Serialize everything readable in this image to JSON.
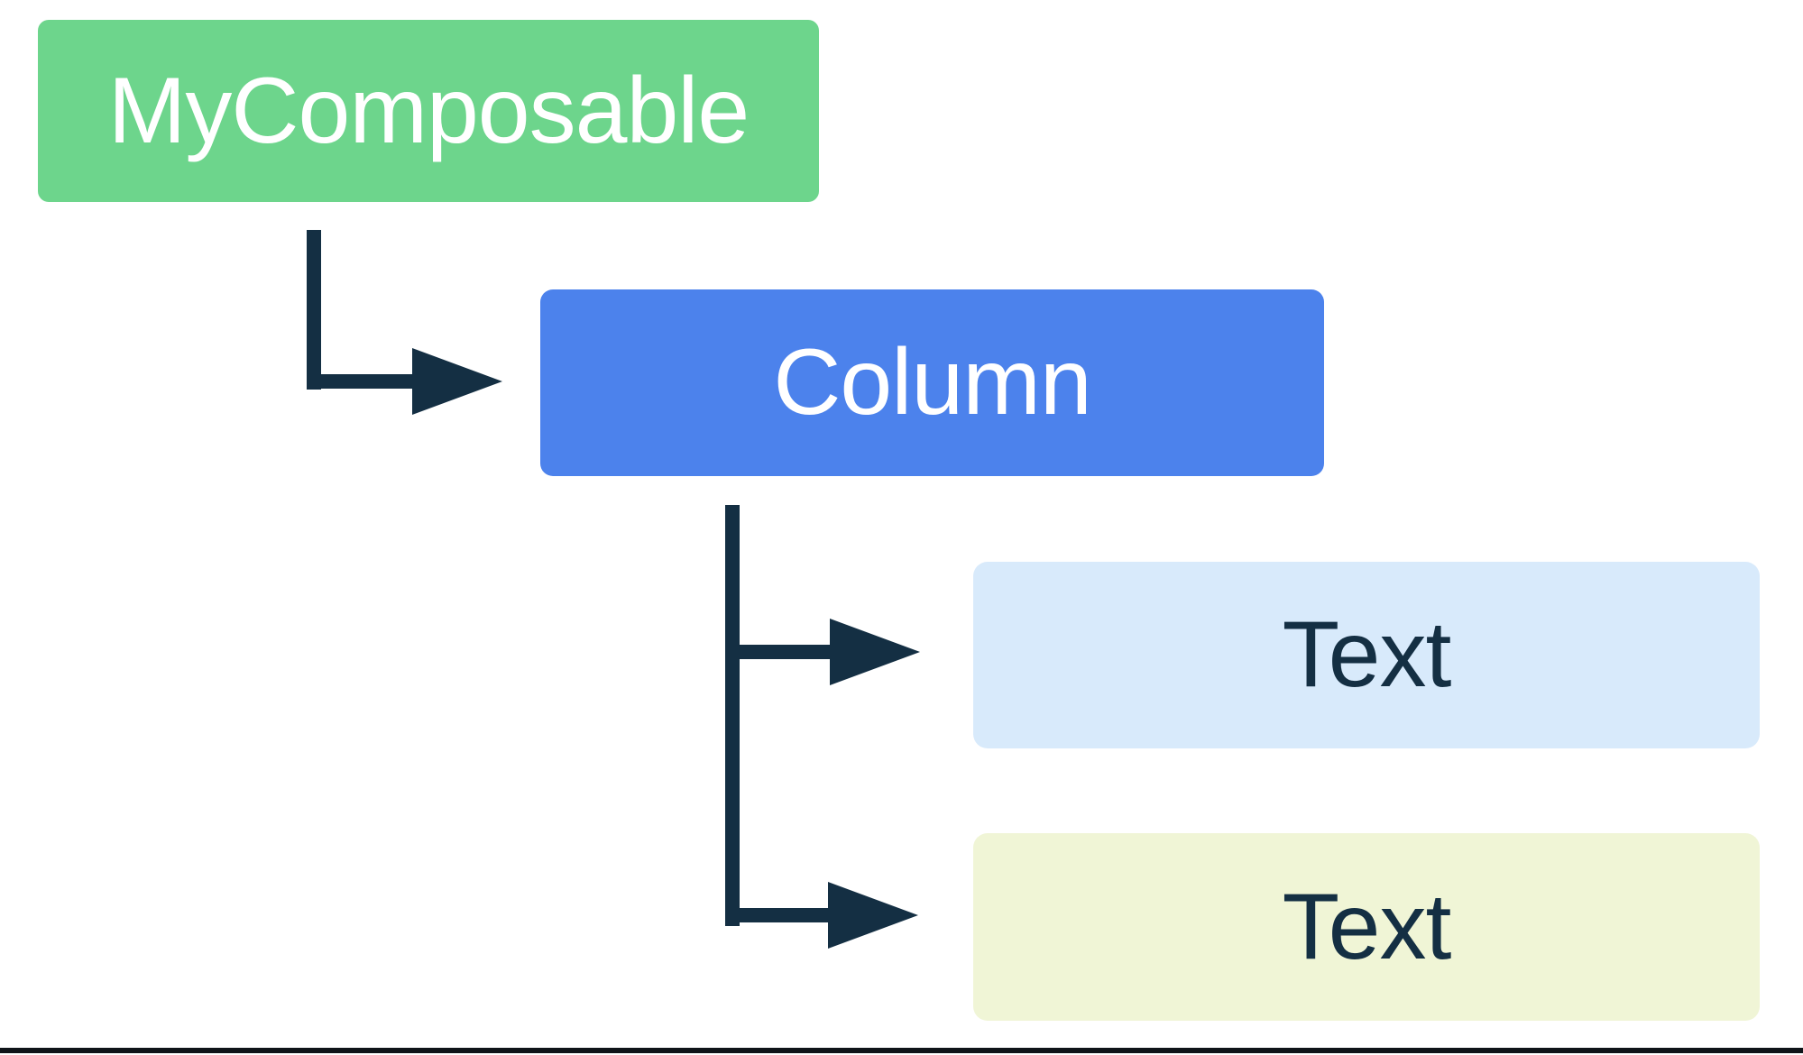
{
  "diagram": {
    "type": "tree",
    "description": "UI hierarchy tree: MyComposable contains a Column which contains two Text children",
    "canvas_background": "#ffffff",
    "arrow_color": "#142f43",
    "bottom_border_color": "#0f1419",
    "nodes": [
      {
        "id": "mycomposable",
        "label": "MyComposable",
        "bg": "#6dd58c",
        "text_color": "#ffffff"
      },
      {
        "id": "column",
        "label": "Column",
        "bg": "#4c82ec",
        "text_color": "#ffffff"
      },
      {
        "id": "text-1",
        "label": "Text",
        "bg": "#d8eafb",
        "text_color": "#142f43"
      },
      {
        "id": "text-2",
        "label": "Text",
        "bg": "#f0f5d6",
        "text_color": "#142f43"
      }
    ],
    "edges": [
      {
        "from": "mycomposable",
        "to": "column"
      },
      {
        "from": "column",
        "to": "text-1"
      },
      {
        "from": "column",
        "to": "text-2"
      }
    ]
  }
}
